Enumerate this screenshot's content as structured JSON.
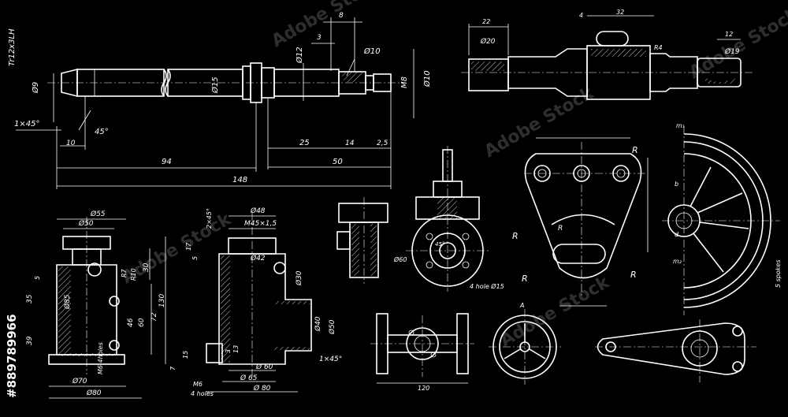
{
  "colors": {
    "background": "#000000",
    "line": "#ffffff"
  },
  "watermark": {
    "text": "Adobe Stock"
  },
  "stock_id": "#889789966",
  "shaft": {
    "thread": "Tr12x3LH",
    "d9": "Ø9",
    "d15": "Ø15",
    "d12": "Ø12",
    "d10a": "Ø10",
    "d10b": "Ø10",
    "m8": "M8",
    "chamfer": "1×45°",
    "angle": "45°",
    "len10": "10",
    "len94": "94",
    "len148": "148",
    "len25": "25",
    "len50": "50",
    "len14": "14",
    "len2_5": "2,5",
    "len8": "8",
    "len3": "3"
  },
  "sleeve": {
    "w22": "22",
    "d20": "Ø20",
    "w4": "4",
    "w32": "32",
    "r4": "R4",
    "w12": "12",
    "d19": "Ø19"
  },
  "housing1": {
    "d55": "Ø55",
    "d50": "Ø50",
    "d70": "Ø70",
    "d80": "Ø80",
    "r7": "R7",
    "r10": "R10",
    "h30": "30",
    "h130": "130",
    "h72": "72",
    "h60": "60",
    "h46": "46",
    "h35": "35",
    "h5": "5",
    "h39": "39",
    "d85": "Ø85",
    "h7": "7",
    "holes": "M6\n4holes"
  },
  "housing2": {
    "d48": "Ø48",
    "m45": "M45×1,5",
    "d42": "Ø42",
    "d30": "Ø30",
    "d40": "Ø40",
    "d50": "Ø50",
    "d60": "Ø 60",
    "d65": "Ø 65",
    "d80": "Ø 80",
    "chamfer": "2×45°",
    "chamfer2": "1×45°",
    "h17": "17",
    "h5": "5",
    "h13": "13",
    "h15": "15",
    "h3": "3",
    "m6": "M6",
    "holes": "4 holes"
  },
  "valve": {
    "d60": "Ø60",
    "angle": "45°",
    "holes": "4 hole Ø15"
  },
  "lever": {
    "r1": "R",
    "r2": "R",
    "r3": "R",
    "r4": "R",
    "r5": "R"
  },
  "wheel": {
    "m1": "m₁",
    "b": "b",
    "d": "d",
    "m2": "m₂",
    "spokes": "5 spokes"
  },
  "flange": {
    "w120": "120"
  },
  "disc": {
    "section": "A"
  }
}
